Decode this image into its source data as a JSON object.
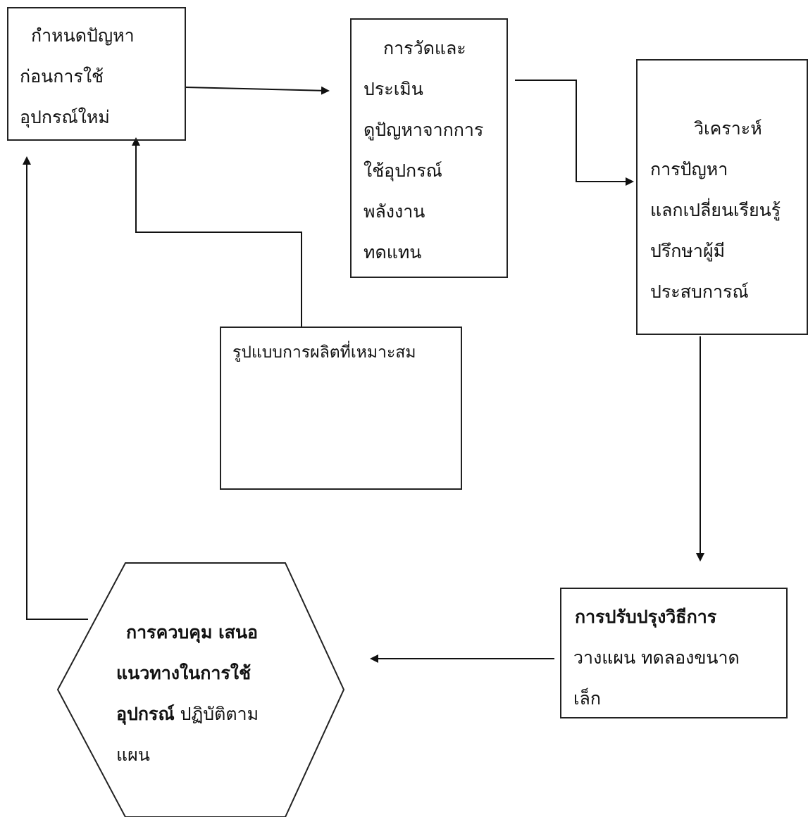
{
  "nodes": {
    "define_problem": {
      "lines": [
        "กำหนดปัญหา",
        "ก่อนการใช้",
        "อุปกรณ์ใหม่"
      ]
    },
    "measure_evaluate": {
      "lines": [
        "การวัดและ",
        "ประเมิน",
        "ดูปัญหาจากการ",
        "ใช้อุปกรณ์",
        "พลังงาน",
        "ทดแทน"
      ]
    },
    "analyze": {
      "lines": [
        "วิเคราะห์",
        "การปัญหา",
        "แลกเปลี่ยนเรียนรู้",
        "ปรึกษาผู้มี",
        "ประสบการณ์"
      ]
    },
    "production_model": {
      "lines": [
        "รูปแบบการผลิตที่เหมาะสม"
      ]
    },
    "improve_method": {
      "title": "การปรับปรุงวิธีการ",
      "lines": [
        "วางแผน  ทดลองขนาด",
        "เล็ก"
      ]
    },
    "control": {
      "bold_lines": [
        "การควบคุม เสนอ",
        "แนวทางในการใช้",
        "อุปกรณ์"
      ],
      "tail_same_line": " ปฏิบัติตาม",
      "last_line": "แผน"
    }
  }
}
